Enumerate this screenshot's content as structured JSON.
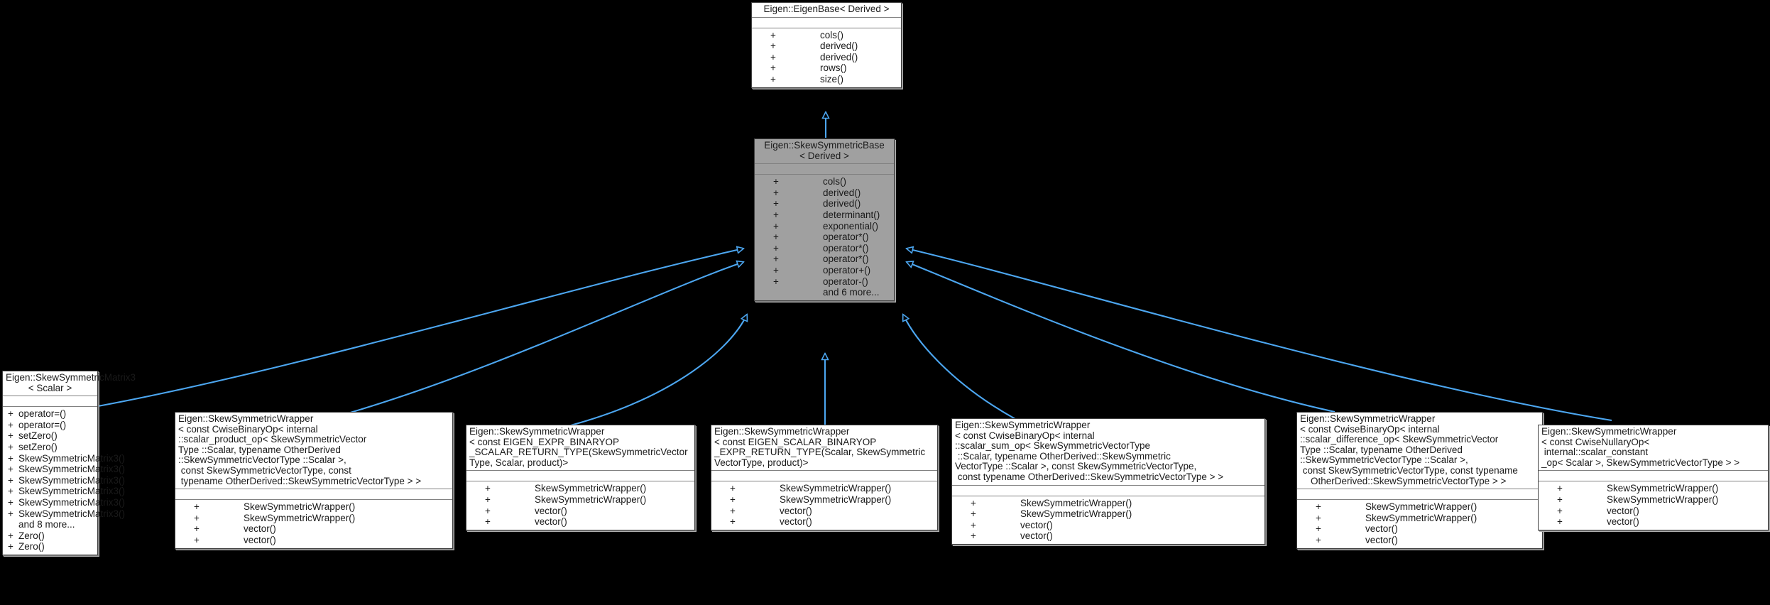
{
  "diagram": {
    "kind": "uml-inheritance-class-diagram",
    "background_color": "#000000",
    "edge_color": "#4ca6f0",
    "highlight_fill": "#a0a0a0",
    "box_fill": "#ffffff",
    "box_border": "#404040",
    "visibility_public": "+"
  },
  "classes": {
    "eigenbase": {
      "title": "Eigen::EigenBase< Derived >",
      "operations": [
        {
          "vis": "+",
          "name": "cols()"
        },
        {
          "vis": "+",
          "name": "derived()"
        },
        {
          "vis": "+",
          "name": "derived()"
        },
        {
          "vis": "+",
          "name": "rows()"
        },
        {
          "vis": "+",
          "name": "size()"
        }
      ]
    },
    "skewsymmetricbase": {
      "title": "Eigen::SkewSymmetricBase\n< Derived >",
      "operations": [
        {
          "vis": "+",
          "name": "cols()"
        },
        {
          "vis": "+",
          "name": "derived()"
        },
        {
          "vis": "+",
          "name": "derived()"
        },
        {
          "vis": "+",
          "name": "determinant()"
        },
        {
          "vis": "+",
          "name": "exponential()"
        },
        {
          "vis": "+",
          "name": "operator*()"
        },
        {
          "vis": "+",
          "name": "operator*()"
        },
        {
          "vis": "+",
          "name": "operator*()"
        },
        {
          "vis": "+",
          "name": "operator+()"
        },
        {
          "vis": "+",
          "name": "operator-()"
        },
        {
          "vis": "",
          "name": "and 6 more..."
        }
      ]
    },
    "skewsymmetricmatrix3": {
      "title": "Eigen::SkewSymmetricMatrix3\n< Scalar >",
      "operations": [
        {
          "vis": "+",
          "name": "operator=()"
        },
        {
          "vis": "+",
          "name": "operator=()"
        },
        {
          "vis": "+",
          "name": "setZero()"
        },
        {
          "vis": "+",
          "name": "setZero()"
        },
        {
          "vis": "+",
          "name": "SkewSymmetricMatrix3()"
        },
        {
          "vis": "+",
          "name": "SkewSymmetricMatrix3()"
        },
        {
          "vis": "+",
          "name": "SkewSymmetricMatrix3()"
        },
        {
          "vis": "+",
          "name": "SkewSymmetricMatrix3()"
        },
        {
          "vis": "+",
          "name": "SkewSymmetricMatrix3()"
        },
        {
          "vis": "+",
          "name": "SkewSymmetricMatrix3()"
        },
        {
          "vis": "",
          "name": "and 8 more..."
        },
        {
          "vis": "+",
          "name": "Zero()"
        },
        {
          "vis": "+",
          "name": "Zero()"
        }
      ]
    },
    "wrapper_product": {
      "title": "Eigen::SkewSymmetricWrapper\n< const CwiseBinaryOp< internal\n::scalar_product_op< SkewSymmetricVector\nType ::Scalar, typename OtherDerived\n::SkewSymmetricVectorType ::Scalar >,\n const SkewSymmetricVectorType, const\n typename OtherDerived::SkewSymmetricVectorType > >",
      "operations": [
        {
          "vis": "+",
          "name": "SkewSymmetricWrapper()"
        },
        {
          "vis": "+",
          "name": "SkewSymmetricWrapper()"
        },
        {
          "vis": "+",
          "name": "vector()"
        },
        {
          "vis": "+",
          "name": "vector()"
        }
      ]
    },
    "wrapper_binaryop_scalar": {
      "title": "Eigen::SkewSymmetricWrapper\n< const EIGEN_EXPR_BINARYOP\n_SCALAR_RETURN_TYPE(SkewSymmetricVector\nType, Scalar, product)>",
      "operations": [
        {
          "vis": "+",
          "name": "SkewSymmetricWrapper()"
        },
        {
          "vis": "+",
          "name": "SkewSymmetricWrapper()"
        },
        {
          "vis": "+",
          "name": "vector()"
        },
        {
          "vis": "+",
          "name": "vector()"
        }
      ]
    },
    "wrapper_scalar_binaryop": {
      "title": "Eigen::SkewSymmetricWrapper\n< const EIGEN_SCALAR_BINARYOP\n_EXPR_RETURN_TYPE(Scalar, SkewSymmetric\nVectorType, product)>",
      "operations": [
        {
          "vis": "+",
          "name": "SkewSymmetricWrapper()"
        },
        {
          "vis": "+",
          "name": "SkewSymmetricWrapper()"
        },
        {
          "vis": "+",
          "name": "vector()"
        },
        {
          "vis": "+",
          "name": "vector()"
        }
      ]
    },
    "wrapper_sum": {
      "title": "Eigen::SkewSymmetricWrapper\n< const CwiseBinaryOp< internal\n::scalar_sum_op< SkewSymmetricVectorType\n ::Scalar, typename OtherDerived::SkewSymmetric\nVectorType ::Scalar >, const SkewSymmetricVectorType,\n const typename OtherDerived::SkewSymmetricVectorType > >",
      "operations": [
        {
          "vis": "+",
          "name": "SkewSymmetricWrapper()"
        },
        {
          "vis": "+",
          "name": "SkewSymmetricWrapper()"
        },
        {
          "vis": "+",
          "name": "vector()"
        },
        {
          "vis": "+",
          "name": "vector()"
        }
      ]
    },
    "wrapper_difference": {
      "title": "Eigen::SkewSymmetricWrapper\n< const CwiseBinaryOp< internal\n::scalar_difference_op< SkewSymmetricVector\nType ::Scalar, typename OtherDerived\n::SkewSymmetricVectorType ::Scalar >,\n const SkewSymmetricVectorType, const typename\n    OtherDerived::SkewSymmetricVectorType > >",
      "operations": [
        {
          "vis": "+",
          "name": "SkewSymmetricWrapper()"
        },
        {
          "vis": "+",
          "name": "SkewSymmetricWrapper()"
        },
        {
          "vis": "+",
          "name": "vector()"
        },
        {
          "vis": "+",
          "name": "vector()"
        }
      ]
    },
    "wrapper_nullary": {
      "title": "Eigen::SkewSymmetricWrapper\n< const CwiseNullaryOp<\n internal::scalar_constant\n_op< Scalar >, SkewSymmetricVectorType > >",
      "operations": [
        {
          "vis": "+",
          "name": "SkewSymmetricWrapper()"
        },
        {
          "vis": "+",
          "name": "SkewSymmetricWrapper()"
        },
        {
          "vis": "+",
          "name": "vector()"
        },
        {
          "vis": "+",
          "name": "vector()"
        }
      ]
    }
  }
}
